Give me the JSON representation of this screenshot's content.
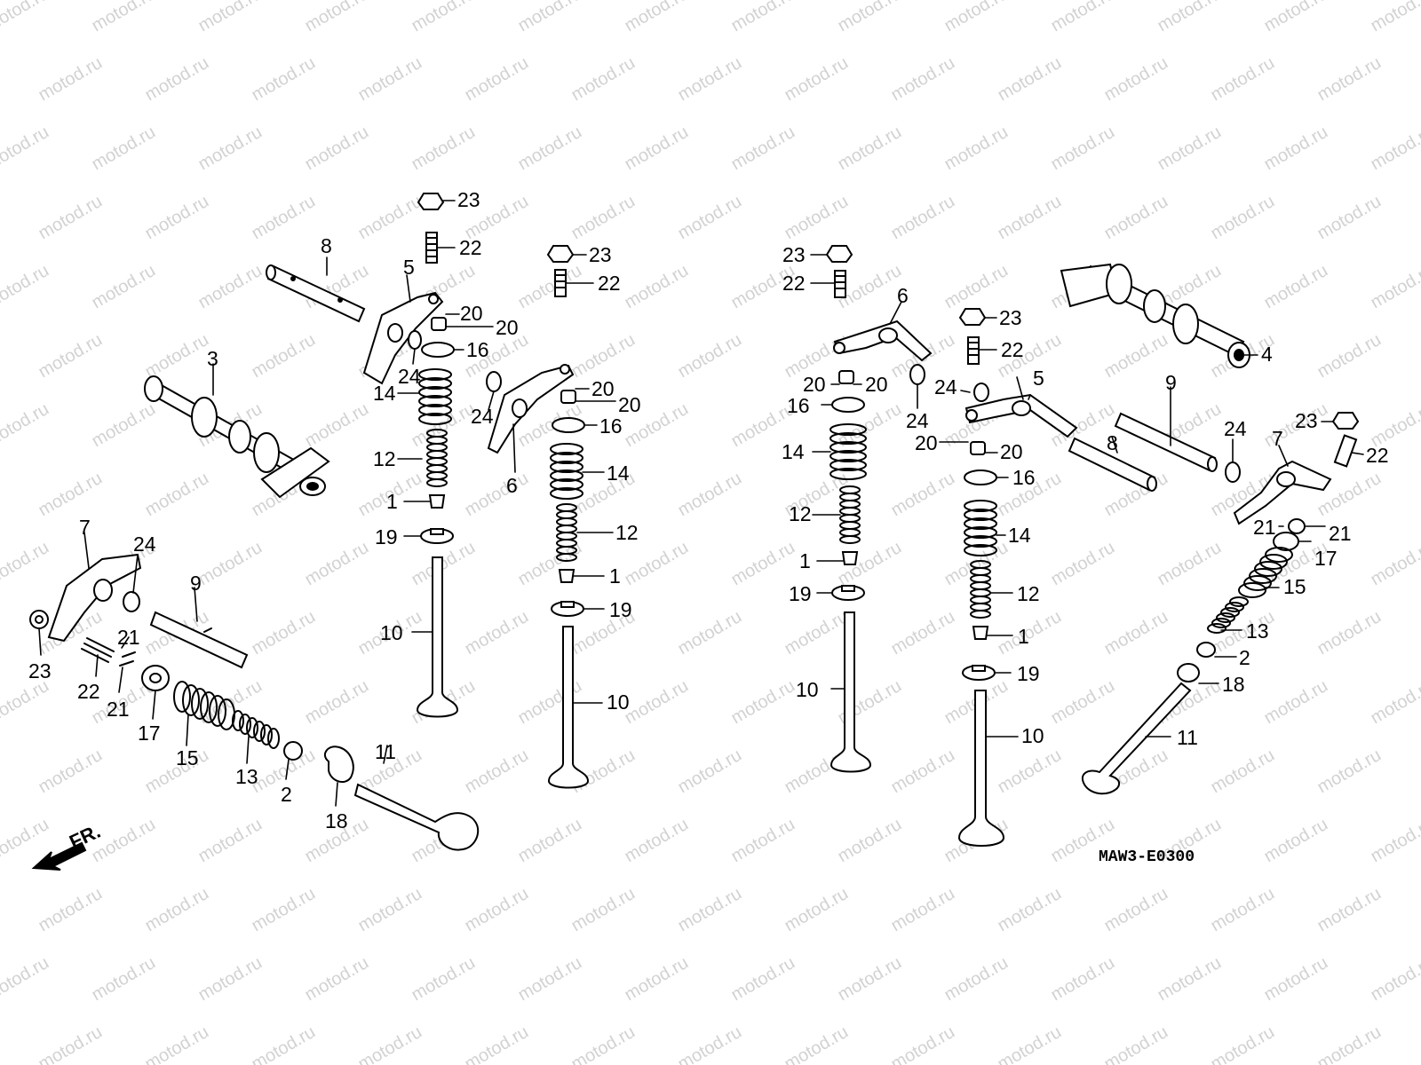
{
  "watermark": "motod.ru",
  "diagram_code": "MAW3-E0300",
  "front_label": "FR.",
  "labels": {
    "l1": "1",
    "l2": "2",
    "l3": "3",
    "l4": "4",
    "l5": "5",
    "l6": "6",
    "l7": "7",
    "l8": "8",
    "l9": "9",
    "l10": "10",
    "l11": "11",
    "l12": "12",
    "l13": "13",
    "l14": "14",
    "l15": "15",
    "l16": "16",
    "l17": "17",
    "l18": "18",
    "l19": "19",
    "l20": "20",
    "l21": "21",
    "l22": "22",
    "l23": "23",
    "l24": "24"
  },
  "colors": {
    "ink": "#000000",
    "watermark": "#d2d2d2",
    "background": "#ffffff"
  }
}
